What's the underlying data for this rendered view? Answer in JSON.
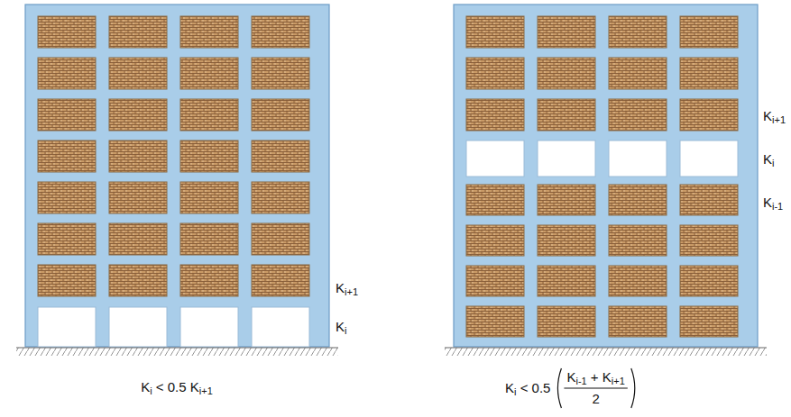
{
  "diagram": {
    "labels": [
      "Ki+1",
      "Ki",
      "Ki+1",
      "Ki",
      "Ki-1",
      "Ki < 0.5 Ki+1",
      "Ki < 0.5",
      "Ki-1 + Ki+1",
      "2"
    ]
  }
}
